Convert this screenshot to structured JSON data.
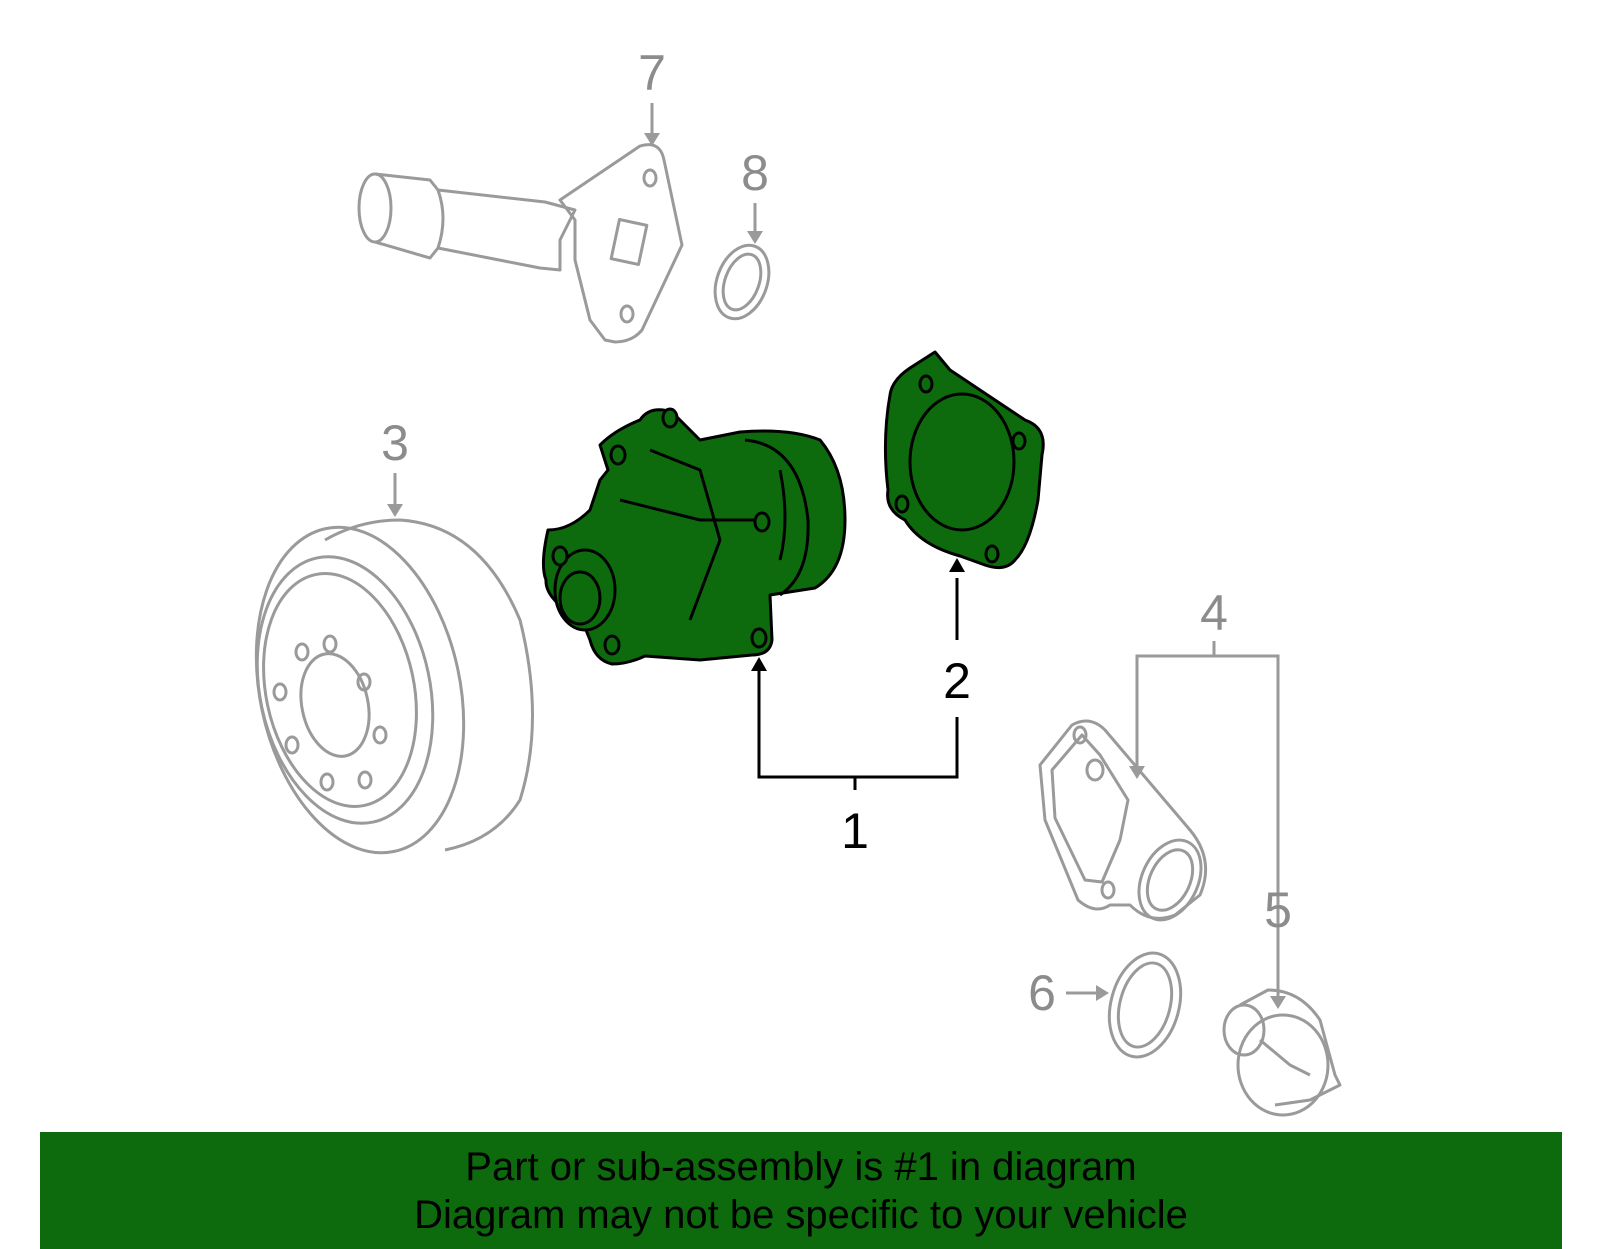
{
  "callouts": [
    "1",
    "2",
    "3",
    "4",
    "5",
    "6",
    "7",
    "8"
  ],
  "banner": {
    "line1": "Part or sub-assembly is #1 in diagram",
    "line2": "Diagram may not be specific to your vehicle"
  },
  "colors": {
    "highlight_fill": "#0d6b0d",
    "banner_fill": "#0d6b0d",
    "gray_line": "#9a9a9a",
    "black_line": "#000000"
  }
}
